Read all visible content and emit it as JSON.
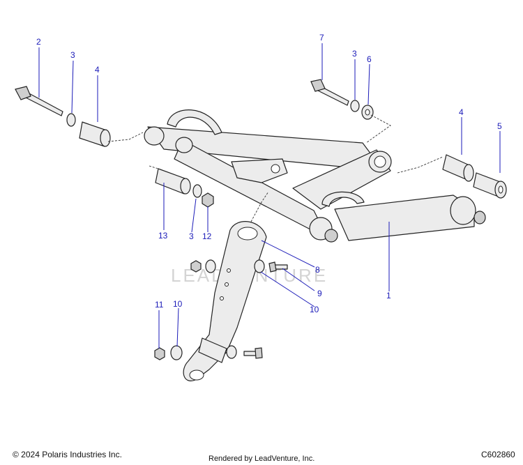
{
  "callouts": {
    "c1": "1",
    "c2": "2",
    "c3a": "3",
    "c3b": "3",
    "c3c": "3",
    "c4a": "4",
    "c4b": "4",
    "c5": "5",
    "c6": "6",
    "c7": "7",
    "c8": "8",
    "c9": "9",
    "c10a": "10",
    "c10b": "10",
    "c11": "11",
    "c12": "12",
    "c13": "13"
  },
  "watermark": "LEADVENTURE",
  "footer": {
    "copyright": "© 2024 Polaris Industries Inc.",
    "rendered_by": "Rendered by LeadVenture, Inc.",
    "diagram_id": "C602860"
  },
  "colors": {
    "callout": "#1a1ab8",
    "line": "#222222",
    "part_fill": "#ececec"
  }
}
